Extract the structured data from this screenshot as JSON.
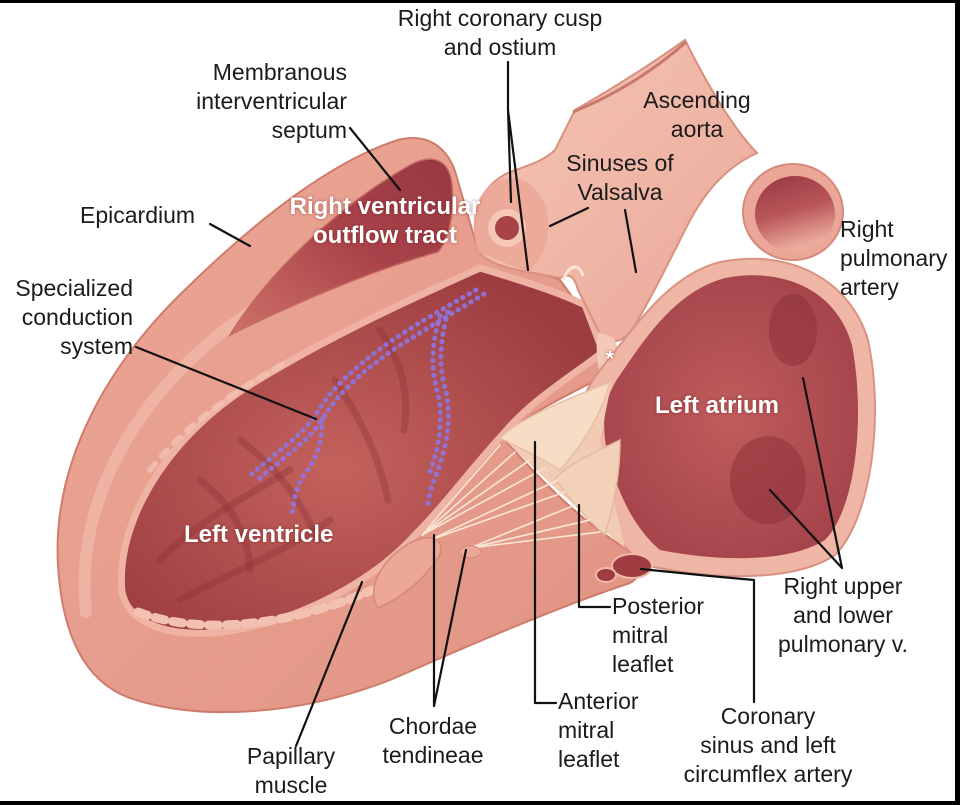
{
  "figure": {
    "labels": {
      "right_coronary_cusp": [
        "Right coronary cusp",
        "and ostium"
      ],
      "membranous_septum": [
        "Membranous",
        "interventricular",
        "septum"
      ],
      "ascending_aorta": [
        "Ascending",
        "aorta"
      ],
      "sinuses_of_valsalva": [
        "Sinuses of",
        "Valsalva"
      ],
      "epicardium": [
        "Epicardium"
      ],
      "rv_outflow_tract": [
        "Right ventricular",
        "outflow tract"
      ],
      "right_pulmonary_artery": [
        "Right",
        "pulmonary",
        "artery"
      ],
      "conduction_system": [
        "Specialized",
        "conduction",
        "system"
      ],
      "asterisk": "*",
      "left_atrium": "Left atrium",
      "left_ventricle": "Left ventricle",
      "pulmonary_veins": [
        "Right upper",
        "and lower",
        "pulmonary v."
      ],
      "posterior_mitral_leaflet": [
        "Posterior",
        "mitral",
        "leaflet"
      ],
      "anterior_mitral_leaflet": [
        "Anterior",
        "mitral",
        "leaflet"
      ],
      "coronary_sinus": [
        "Coronary",
        "sinus and left",
        "circumflex artery"
      ],
      "chordae_tendineae": [
        "Chordae",
        "tendineae"
      ],
      "papillary_muscle": [
        "Papillary",
        "muscle"
      ]
    },
    "colors": {
      "label_text": "#1b1b1b",
      "cavity_label_text": "#ffffff",
      "myocardium": "#e9a292",
      "ventricular_cavity": "#ae4a4b",
      "aorta_wall": "#f1baa9",
      "left_atrium": "#b04b4e",
      "valve_tissue": "#f5d8c0",
      "conduction_system": "#8f74e0",
      "leader_lines": "#111111",
      "frame": "#000000"
    }
  }
}
